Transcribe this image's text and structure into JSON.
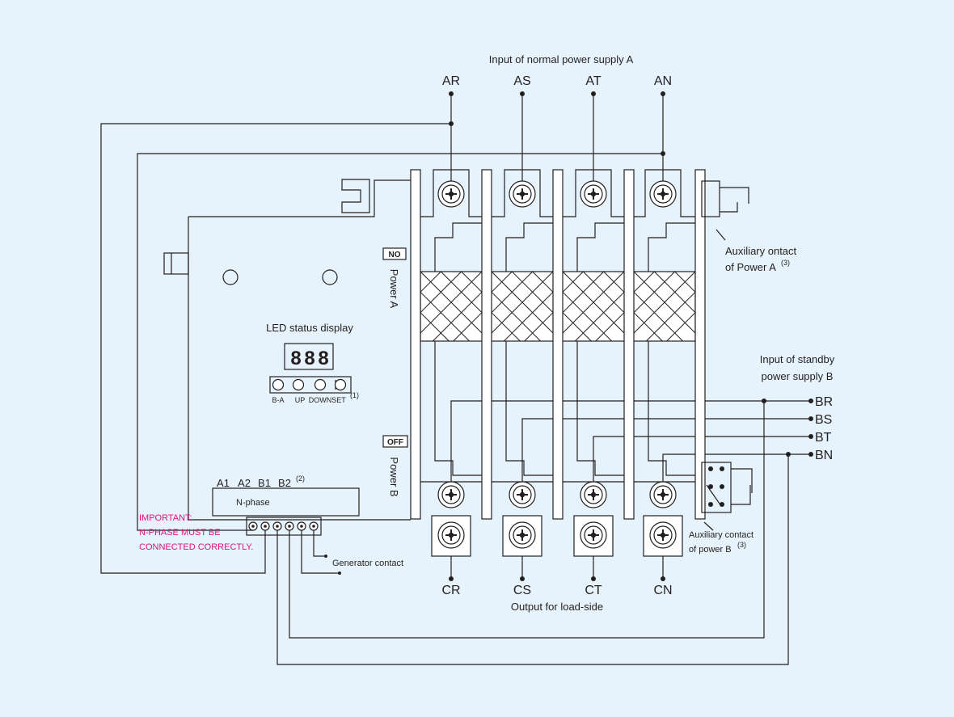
{
  "diagram": {
    "title_input_a": "Input of normal power supply A",
    "title_input_b_line1": "Input of standby",
    "title_input_b_line2": "power supply B",
    "title_output": "Output for load-side",
    "phases_a": [
      "AR",
      "AS",
      "AT",
      "AN"
    ],
    "phases_b": [
      "BR",
      "BS",
      "BT",
      "BN"
    ],
    "phases_c": [
      "CR",
      "CS",
      "CT",
      "CN"
    ],
    "aux_a_line1": "Auxiliary ontact",
    "aux_a_line2": "of Power A",
    "aux_a_note": "(3)",
    "aux_b_line1": "Auxiliary contact",
    "aux_b_line2": "of power B",
    "aux_b_note": "(3)",
    "no_label": "NO",
    "off_label": "OFF",
    "power_a_label": "Power A",
    "power_b_label": "Power B",
    "led_title": "LED status display",
    "led_digits": "888",
    "buttons": [
      "B-A",
      "UP",
      "DOWN",
      "SET"
    ],
    "buttons_note": "(1)",
    "terminals": [
      "A1",
      "A2",
      "B1",
      "B2"
    ],
    "terminals_note": "(2)",
    "nphase_label": "N-phase",
    "important_lines": [
      "IMPORTANT:",
      "N-PHASE MUST BE",
      "CONNECTED CORRECTLY."
    ],
    "generator_label": "Generator contact",
    "colors": {
      "background": "#e6f3fc",
      "line": "#231f20",
      "warning": "#e0117f",
      "panel": "#ffffff"
    }
  }
}
